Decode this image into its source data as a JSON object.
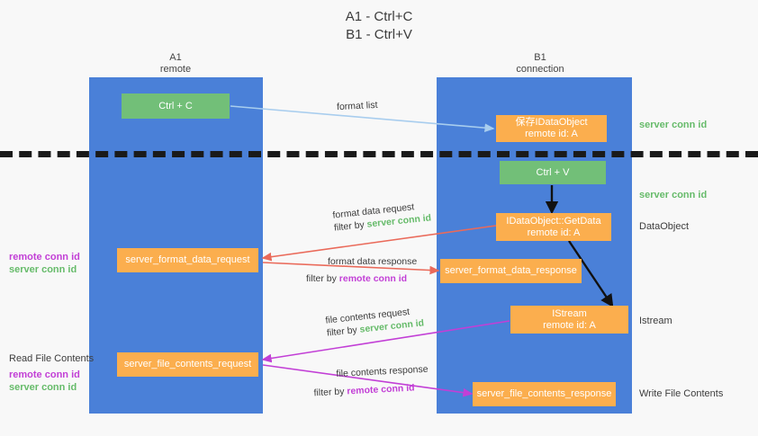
{
  "title": {
    "line1": "A1 - Ctrl+C",
    "line2": "B1 - Ctrl+V"
  },
  "columns": [
    {
      "name": "A1",
      "sub": "remote"
    },
    {
      "name": "B1",
      "sub": "connection"
    }
  ],
  "nodes": {
    "ctrl_c": "Ctrl + C",
    "ctrl_v": "Ctrl + V",
    "save_dataobject_l1": "保存IDataObject",
    "save_dataobject_l2": "remote id: A",
    "getdata_l1": "IDataObject::GetData",
    "getdata_l2": "remote id: A",
    "istream_l1": "IStream",
    "istream_l2": "remote id: A",
    "server_format_data_request": "server_format_data_request",
    "server_format_data_response": "server_format_data_response",
    "server_file_contents_request": "server_file_contents_request",
    "server_file_contents_response": "server_file_contents_response"
  },
  "right_labels": {
    "server_conn_id_top": "server conn id",
    "server_conn_id_mid": "server conn id",
    "dataobject": "DataObject",
    "istream": "Istream",
    "write_file_contents": "Write File Contents"
  },
  "left_labels": {
    "remote_conn_id_1": "remote conn id",
    "server_conn_id_1": "server conn id",
    "read_file_contents": "Read File Contents",
    "remote_conn_id_2": "remote conn id",
    "server_conn_id_2": "server conn id"
  },
  "edges": {
    "format_list": "format list",
    "format_data_request": "format data request",
    "format_data_request_filter_pre": "filter by ",
    "format_data_request_filter_val": "server conn id",
    "format_data_response": "format data response",
    "format_data_response_filter_pre": "filter by ",
    "format_data_response_filter_val": "remote conn id",
    "file_contents_request": "file contents request",
    "file_contents_request_filter_pre": "filter by ",
    "file_contents_request_filter_val": "server conn id",
    "file_contents_response": "file contents response",
    "file_contents_response_filter_pre": "filter by ",
    "file_contents_response_filter_val": "remote conn id"
  },
  "colors": {
    "lane": "#4a80d8",
    "node_orange": "#fbae4e",
    "node_green": "#72bf78",
    "conn_green": "#66bb6a",
    "conn_magenta": "#c23fd6",
    "arrow_lightblue": "#a8cdee",
    "arrow_red": "#ea6a5a",
    "arrow_black": "#111111",
    "arrow_magenta": "#c23fd6",
    "background": "#f8f8f8"
  }
}
